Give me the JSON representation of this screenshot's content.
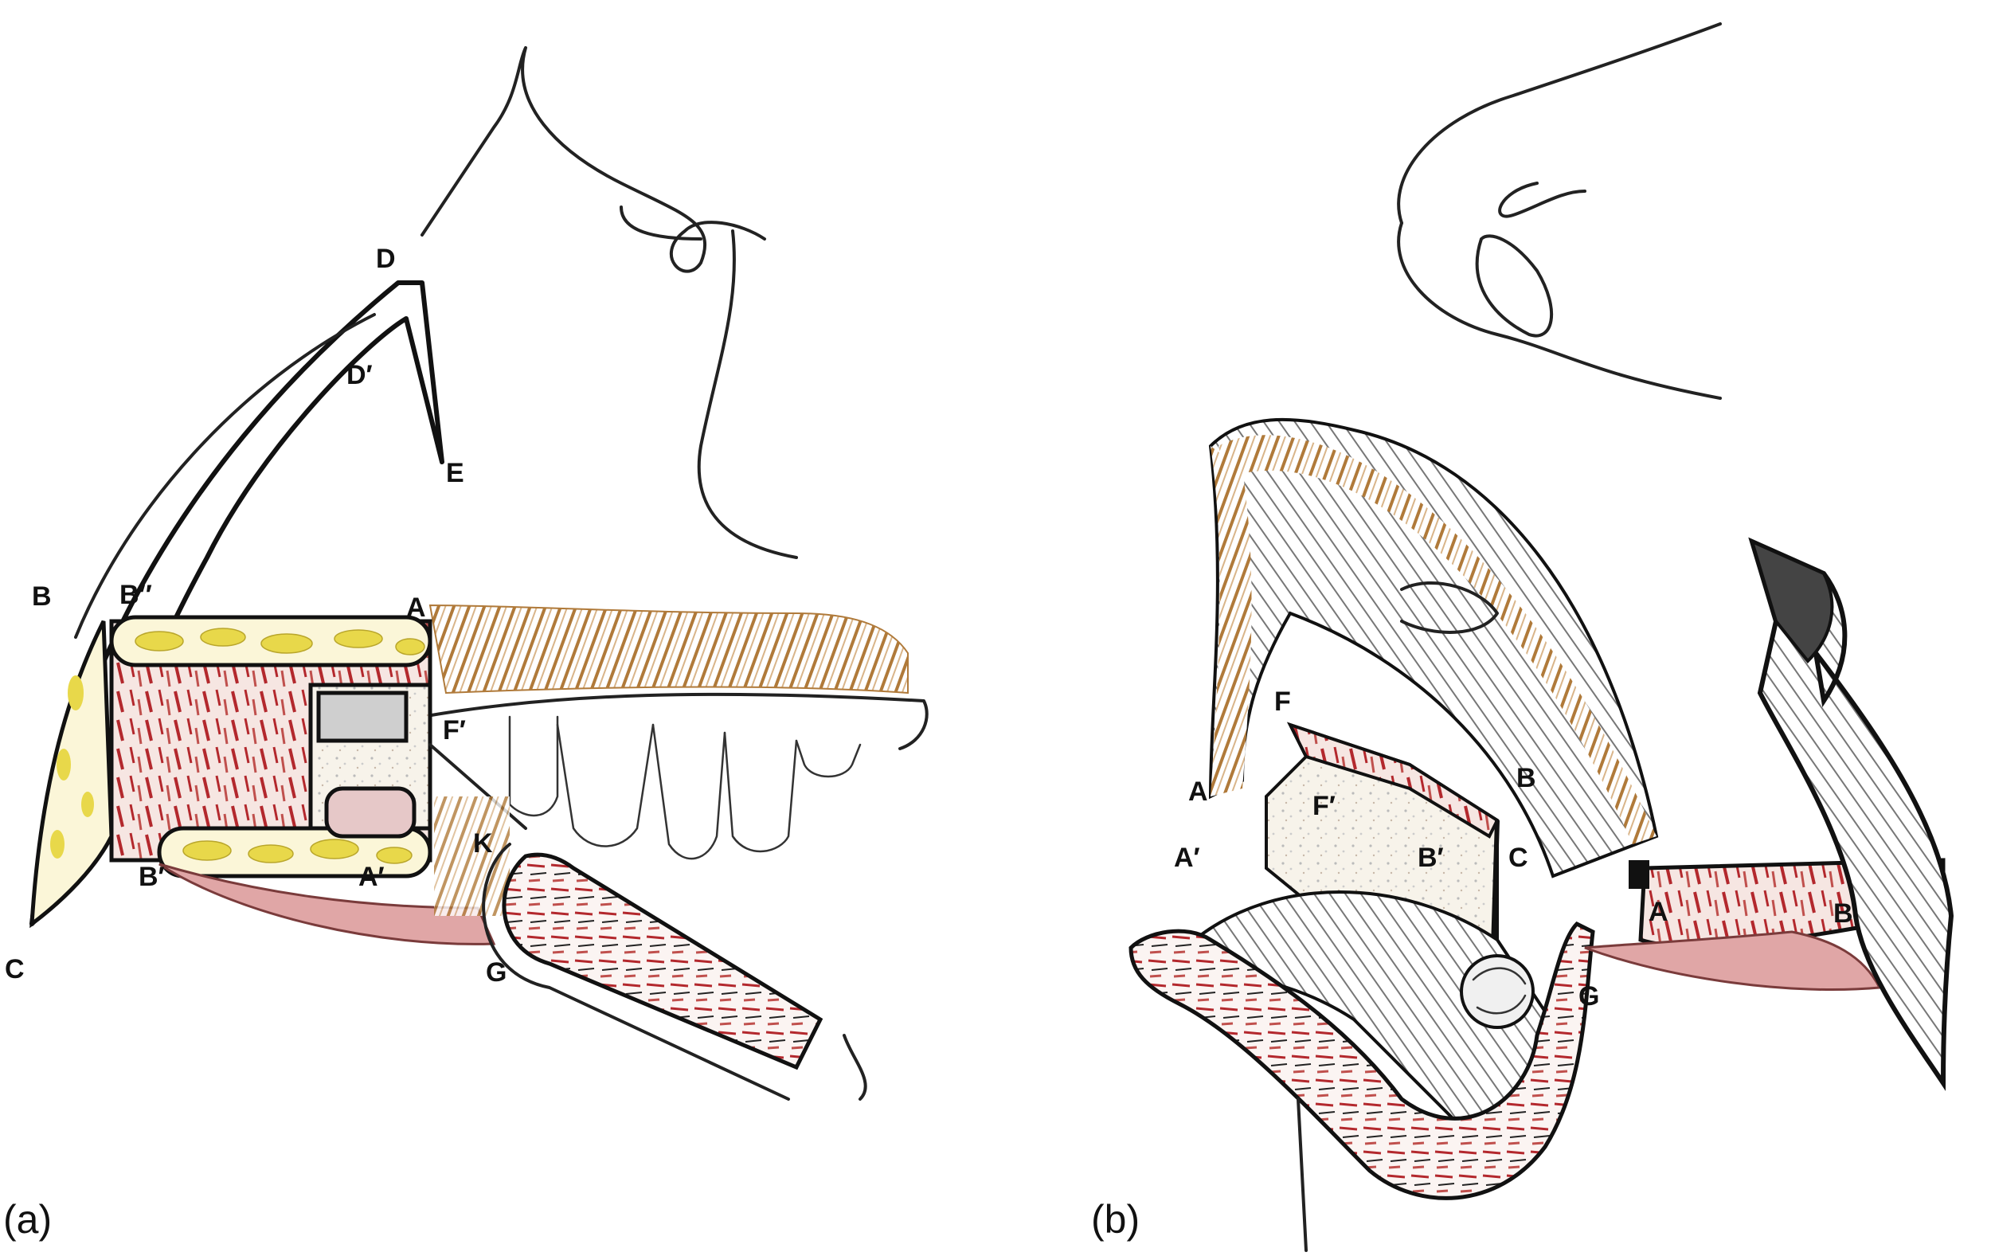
{
  "panels": [
    {
      "id": "a",
      "label": "(a)",
      "points": [
        "D",
        "D′",
        "E",
        "B",
        "B′′",
        "A",
        "F′",
        "K",
        "B′",
        "A′",
        "C",
        "G"
      ]
    },
    {
      "id": "b",
      "label": "(b)",
      "points": [
        "F",
        "A",
        "F′",
        "B",
        "A′",
        "B′",
        "C",
        "A",
        "B",
        "G"
      ]
    }
  ],
  "colors": {
    "line": "#222222",
    "muscle": "#b3282d",
    "fat": "#e8d84a",
    "skin": "#b07a3a",
    "mucosa": "#e0a6a6",
    "bone": "#f3efe4"
  },
  "icons": [
    "lip-flap-diagram",
    "nose-outline",
    "teeth-outline",
    "tongue-flap"
  ]
}
